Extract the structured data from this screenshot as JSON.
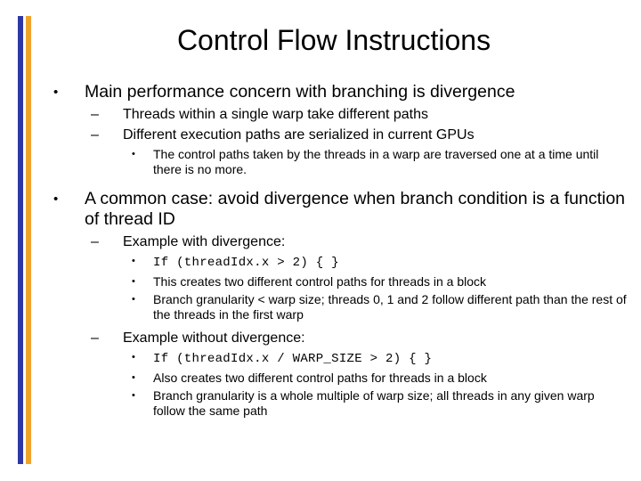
{
  "theme": {
    "background": "#ffffff",
    "text_color": "#000000",
    "accent_blue": "#2e37a4",
    "accent_orange": "#f0a32a"
  },
  "slide": {
    "title": "Control Flow Instructions",
    "bullets": [
      {
        "level": 1,
        "marker": "•",
        "text": "Main performance concern with branching is divergence"
      },
      {
        "level": 2,
        "marker": "–",
        "text": "Threads within a single warp take different paths"
      },
      {
        "level": 2,
        "marker": "–",
        "text": "Different execution paths are serialized in current GPUs"
      },
      {
        "level": 3,
        "marker": "•",
        "text": "The control paths taken by the threads in a warp are traversed one at a time until there is no more."
      },
      {
        "level": 1,
        "marker": "•",
        "text": "A common case: avoid divergence when branch condition is a function of thread ID"
      },
      {
        "level": 2,
        "marker": "–",
        "text": "Example with divergence:"
      },
      {
        "level": 3,
        "marker": "•",
        "code": true,
        "text": "If (threadIdx.x > 2) { }"
      },
      {
        "level": 3,
        "marker": "•",
        "text": "This creates two different control paths for threads in a block"
      },
      {
        "level": 3,
        "marker": "•",
        "text": "Branch granularity < warp size; threads 0, 1 and 2 follow different path than the rest of the threads in the first warp"
      },
      {
        "level": 2,
        "marker": "–",
        "text": "Example without divergence:"
      },
      {
        "level": 3,
        "marker": "•",
        "code": true,
        "text": "If (threadIdx.x / WARP_SIZE > 2) { }"
      },
      {
        "level": 3,
        "marker": "•",
        "text": "Also creates two different control paths for threads in a block"
      },
      {
        "level": 3,
        "marker": "•",
        "text": "Branch granularity is a whole multiple of warp size; all threads in any given warp follow the same path"
      }
    ]
  }
}
